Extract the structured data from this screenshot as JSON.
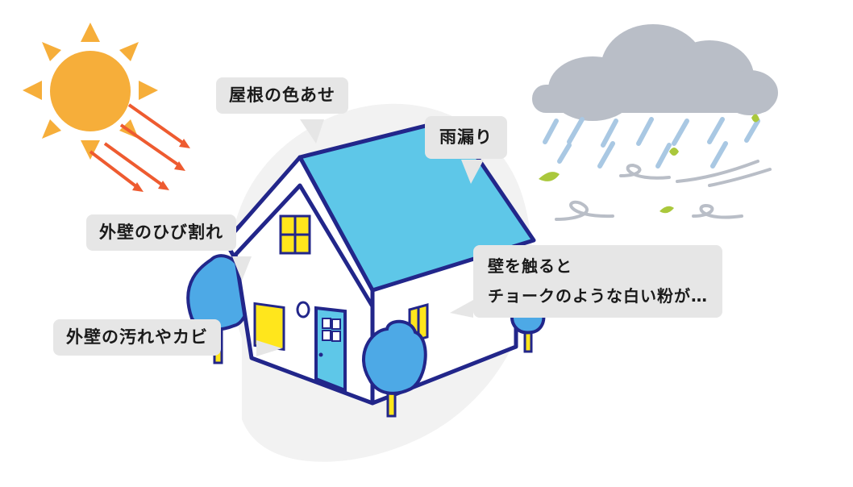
{
  "callouts": {
    "roof_fading": "屋根の色あせ",
    "rain_leak": "雨漏り",
    "wall_cracks": "外壁のひび割れ",
    "wall_dirt_mold": "外壁の汚れやカビ",
    "chalking_line1": "壁を触ると",
    "chalking_line2": "チョークのような白い粉が…"
  },
  "colors": {
    "sun": "#f6ae3a",
    "sun_rays": "#ee5b30",
    "cloud": "#b9bec7",
    "rain": "#a9c8e3",
    "leaf": "#aac83c",
    "roof": "#5ec7e8",
    "outline": "#22268a",
    "window": "#ffe61c",
    "door": "#5ec7e8",
    "tree": "#4da9e6",
    "backdrop": "#f2f2f2",
    "callout_bg": "#e6e6e6"
  }
}
